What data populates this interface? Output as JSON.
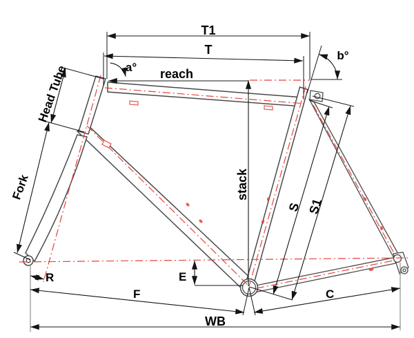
{
  "diagram": {
    "title": "Bicycle frame geometry diagram",
    "labels": {
      "t1": "T1",
      "t": "T",
      "head_angle": "a°",
      "seat_angle": "b°",
      "reach": "reach",
      "head_tube": "Head Tube",
      "fork": "Fork",
      "stack": "stack",
      "seat_tube_s": "S",
      "seat_tube_s1": "S1",
      "rake": "R",
      "bb_drop": "E",
      "front_center": "F",
      "chainstay": "C",
      "wheelbase": "WB"
    },
    "colors": {
      "outline": "#4a4a4a",
      "dimension": "#141414",
      "centerline": "#e8413c",
      "background": "#ffffff",
      "label": "#000000"
    }
  }
}
